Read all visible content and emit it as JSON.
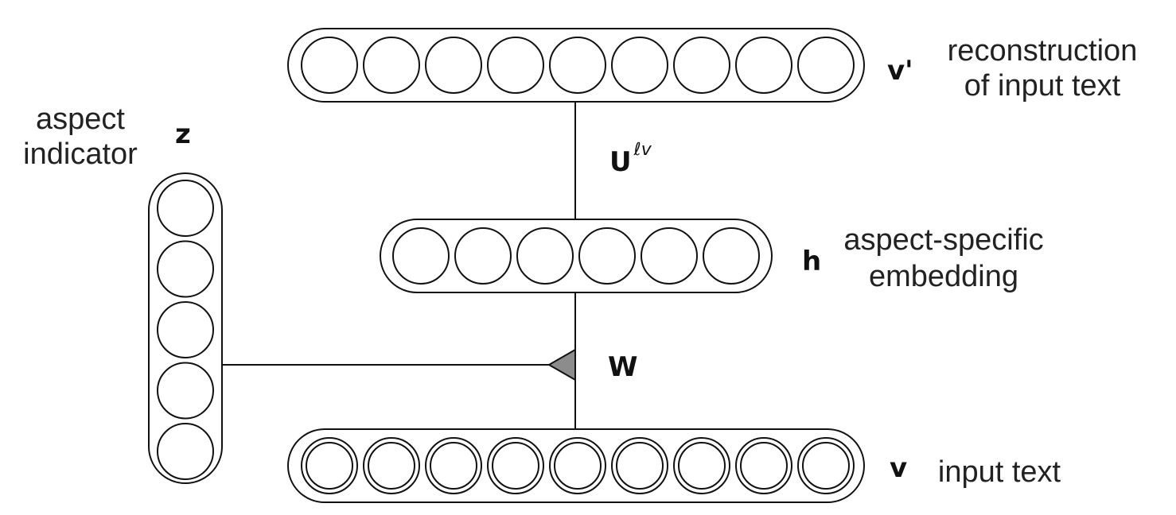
{
  "layers": {
    "output": {
      "symbol": "v'",
      "desc_line1": "reconstruction",
      "desc_line2": "of input text",
      "units": 9,
      "double_ring": false
    },
    "hidden": {
      "symbol": "h",
      "desc_line1": "aspect-specific",
      "desc_line2": "embedding",
      "units": 6,
      "double_ring": false
    },
    "input": {
      "symbol": "v",
      "desc_line1": "input text",
      "units": 9,
      "double_ring": true
    },
    "aspect": {
      "symbol": "z",
      "desc_line1": "aspect",
      "desc_line2": "indicator",
      "units": 5,
      "double_ring": false
    }
  },
  "weights": {
    "decoder": {
      "base": "U",
      "superscript": "ℓv"
    },
    "encoder": {
      "label": "W"
    }
  },
  "colors": {
    "stroke": "#111111",
    "gate_fill": "#8c8c8c"
  }
}
